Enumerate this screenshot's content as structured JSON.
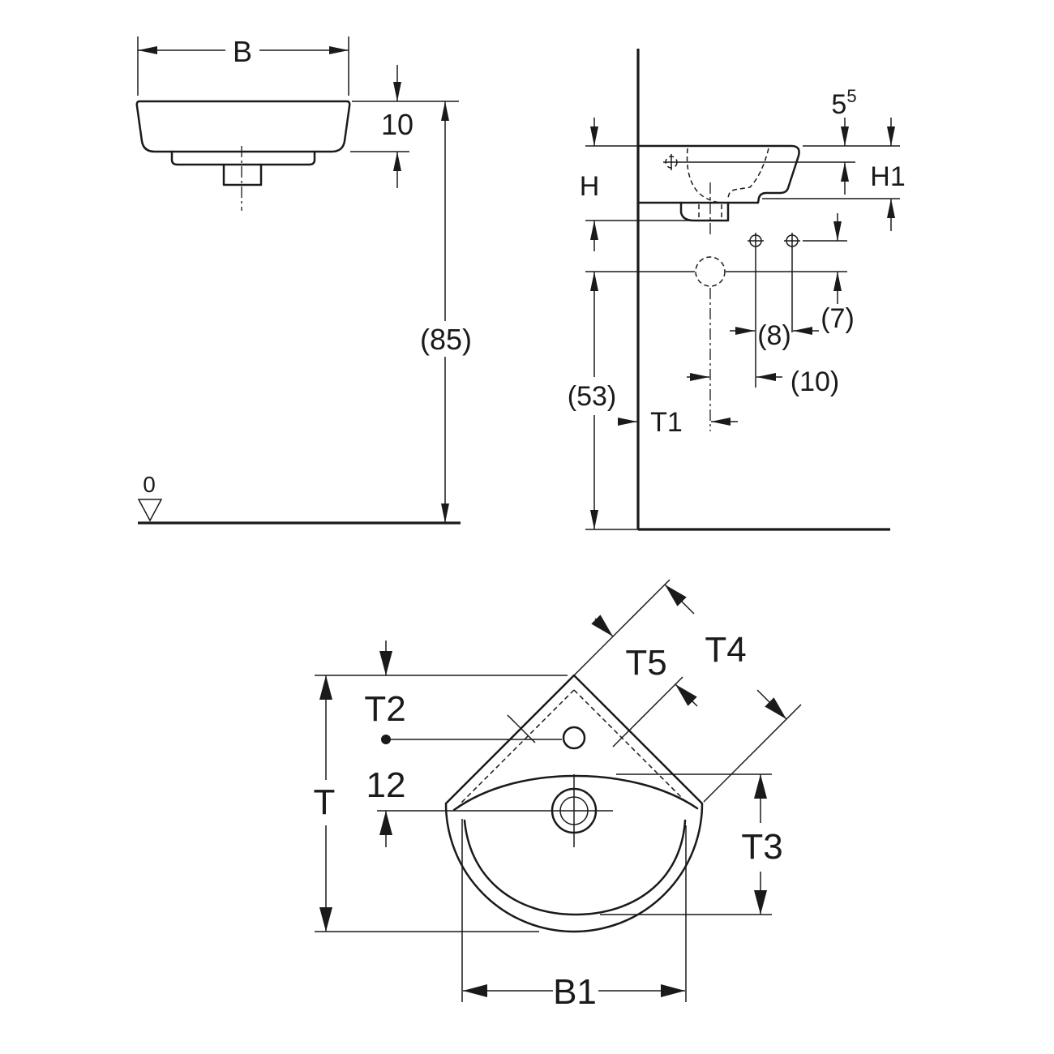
{
  "front_view": {
    "width_label": "B",
    "rim_height_label": "10",
    "mounting_height_label": "(85)",
    "floor_level_label": "0"
  },
  "side_view": {
    "tap_offset_label": {
      "value": "5",
      "superscript": "5"
    },
    "height_label": "H",
    "bowl_height_label": "H1",
    "supply_height_label": "(7)",
    "supply_spacing_label": "(8)",
    "supply_offset_label": "(10)",
    "waste_height_label": "(53)",
    "waste_depth_label": "T1"
  },
  "plan_view": {
    "depth_label": "T",
    "tap_depth_label": "T2",
    "waste_offset_label": "12",
    "bowl_depth_label": "T3",
    "diagonal_depth_label": "T4",
    "tap_diagonal_label": "T5",
    "bowl_width_label": "B1"
  }
}
